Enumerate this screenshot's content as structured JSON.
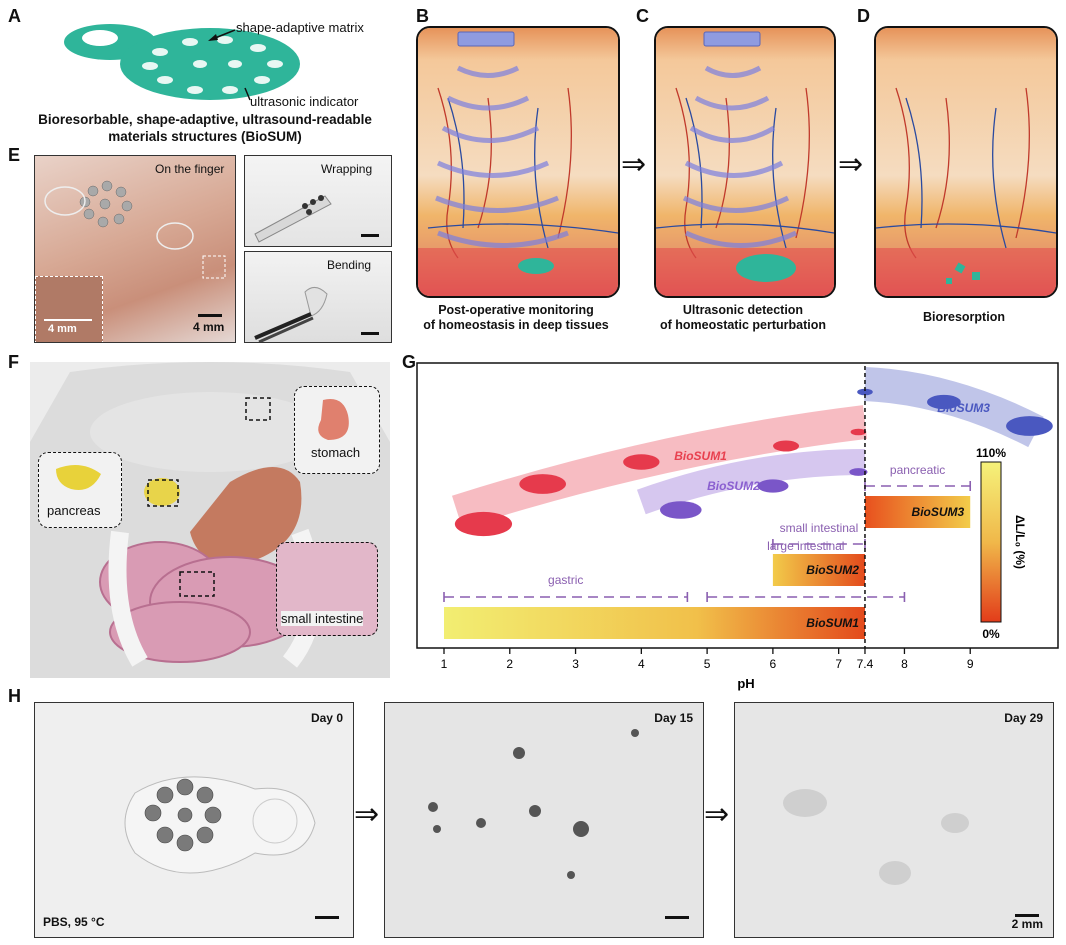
{
  "panels": {
    "A": {
      "label": "A",
      "matrix_label": "shape-adaptive matrix",
      "indicator_label": "ultrasonic indicator",
      "caption_line1": "Bioresorbable, shape-adaptive, ultrasound-readable",
      "caption_line2": "materials structures (BioSUM)"
    },
    "B": {
      "label": "B",
      "caption_line1": "Post-operative monitoring",
      "caption_line2": "of homeostasis in deep tissues"
    },
    "C": {
      "label": "C",
      "caption_line1": "Ultrasonic detection",
      "caption_line2": "of homeostatic perturbation"
    },
    "D": {
      "label": "D",
      "caption": "Bioresorption"
    },
    "E": {
      "label": "E",
      "finger_label": "On the finger",
      "inset_scale": "4 mm",
      "main_scale": "4 mm",
      "wrap_label": "Wrapping",
      "bend_label": "Bending"
    },
    "F": {
      "label": "F",
      "organs": {
        "stomach": "stomach",
        "pancreas": "pancreas",
        "small_intestine": "small intestine"
      }
    },
    "G": {
      "label": "G"
    },
    "H": {
      "label": "H",
      "day0": "Day 0",
      "day15": "Day 15",
      "day29": "Day 29",
      "condition": "PBS, 95 °C",
      "scale": "2 mm"
    }
  },
  "arrow_glyph": "⇒",
  "chart_data": {
    "type": "bar",
    "orientation": "horizontal",
    "xlabel": "pH",
    "ylabel": "ΔL/L₀ (%)",
    "x_ticks": [
      "1",
      "2",
      "3",
      "4",
      "5",
      "6",
      "7",
      "7.4",
      "8",
      "9"
    ],
    "xlim": [
      1,
      10
    ],
    "threshold_ph": 7.4,
    "series": [
      {
        "name": "BioSUM1",
        "range": [
          1,
          7.4
        ],
        "color_low": "#f2ee72",
        "color_high": "#e34a1c"
      },
      {
        "name": "BioSUM2",
        "range": [
          6,
          7.4
        ],
        "color_low": "#f2cb4a",
        "color_high": "#e34a1c"
      },
      {
        "name": "BioSUM3",
        "range": [
          7.4,
          9
        ],
        "color_low": "#e8501e",
        "color_high": "#f2cc4a"
      }
    ],
    "environments": [
      {
        "name": "gastric",
        "range": [
          1,
          4.7
        ]
      },
      {
        "name": "large intestinal",
        "range": [
          5,
          8
        ]
      },
      {
        "name": "small intestinal",
        "range": [
          6,
          7.4
        ]
      },
      {
        "name": "pancreatic",
        "range": [
          7.4,
          9
        ]
      }
    ],
    "colorbar": {
      "max": "110%",
      "min": "0%",
      "color_top": "#f5f27a",
      "color_bottom": "#e23c1a"
    },
    "bands": [
      {
        "name": "BioSUM1",
        "color": "#e8404f"
      },
      {
        "name": "BioSUM2",
        "color": "#8a5fd0"
      },
      {
        "name": "BioSUM3",
        "color": "#4a58c0"
      }
    ]
  }
}
